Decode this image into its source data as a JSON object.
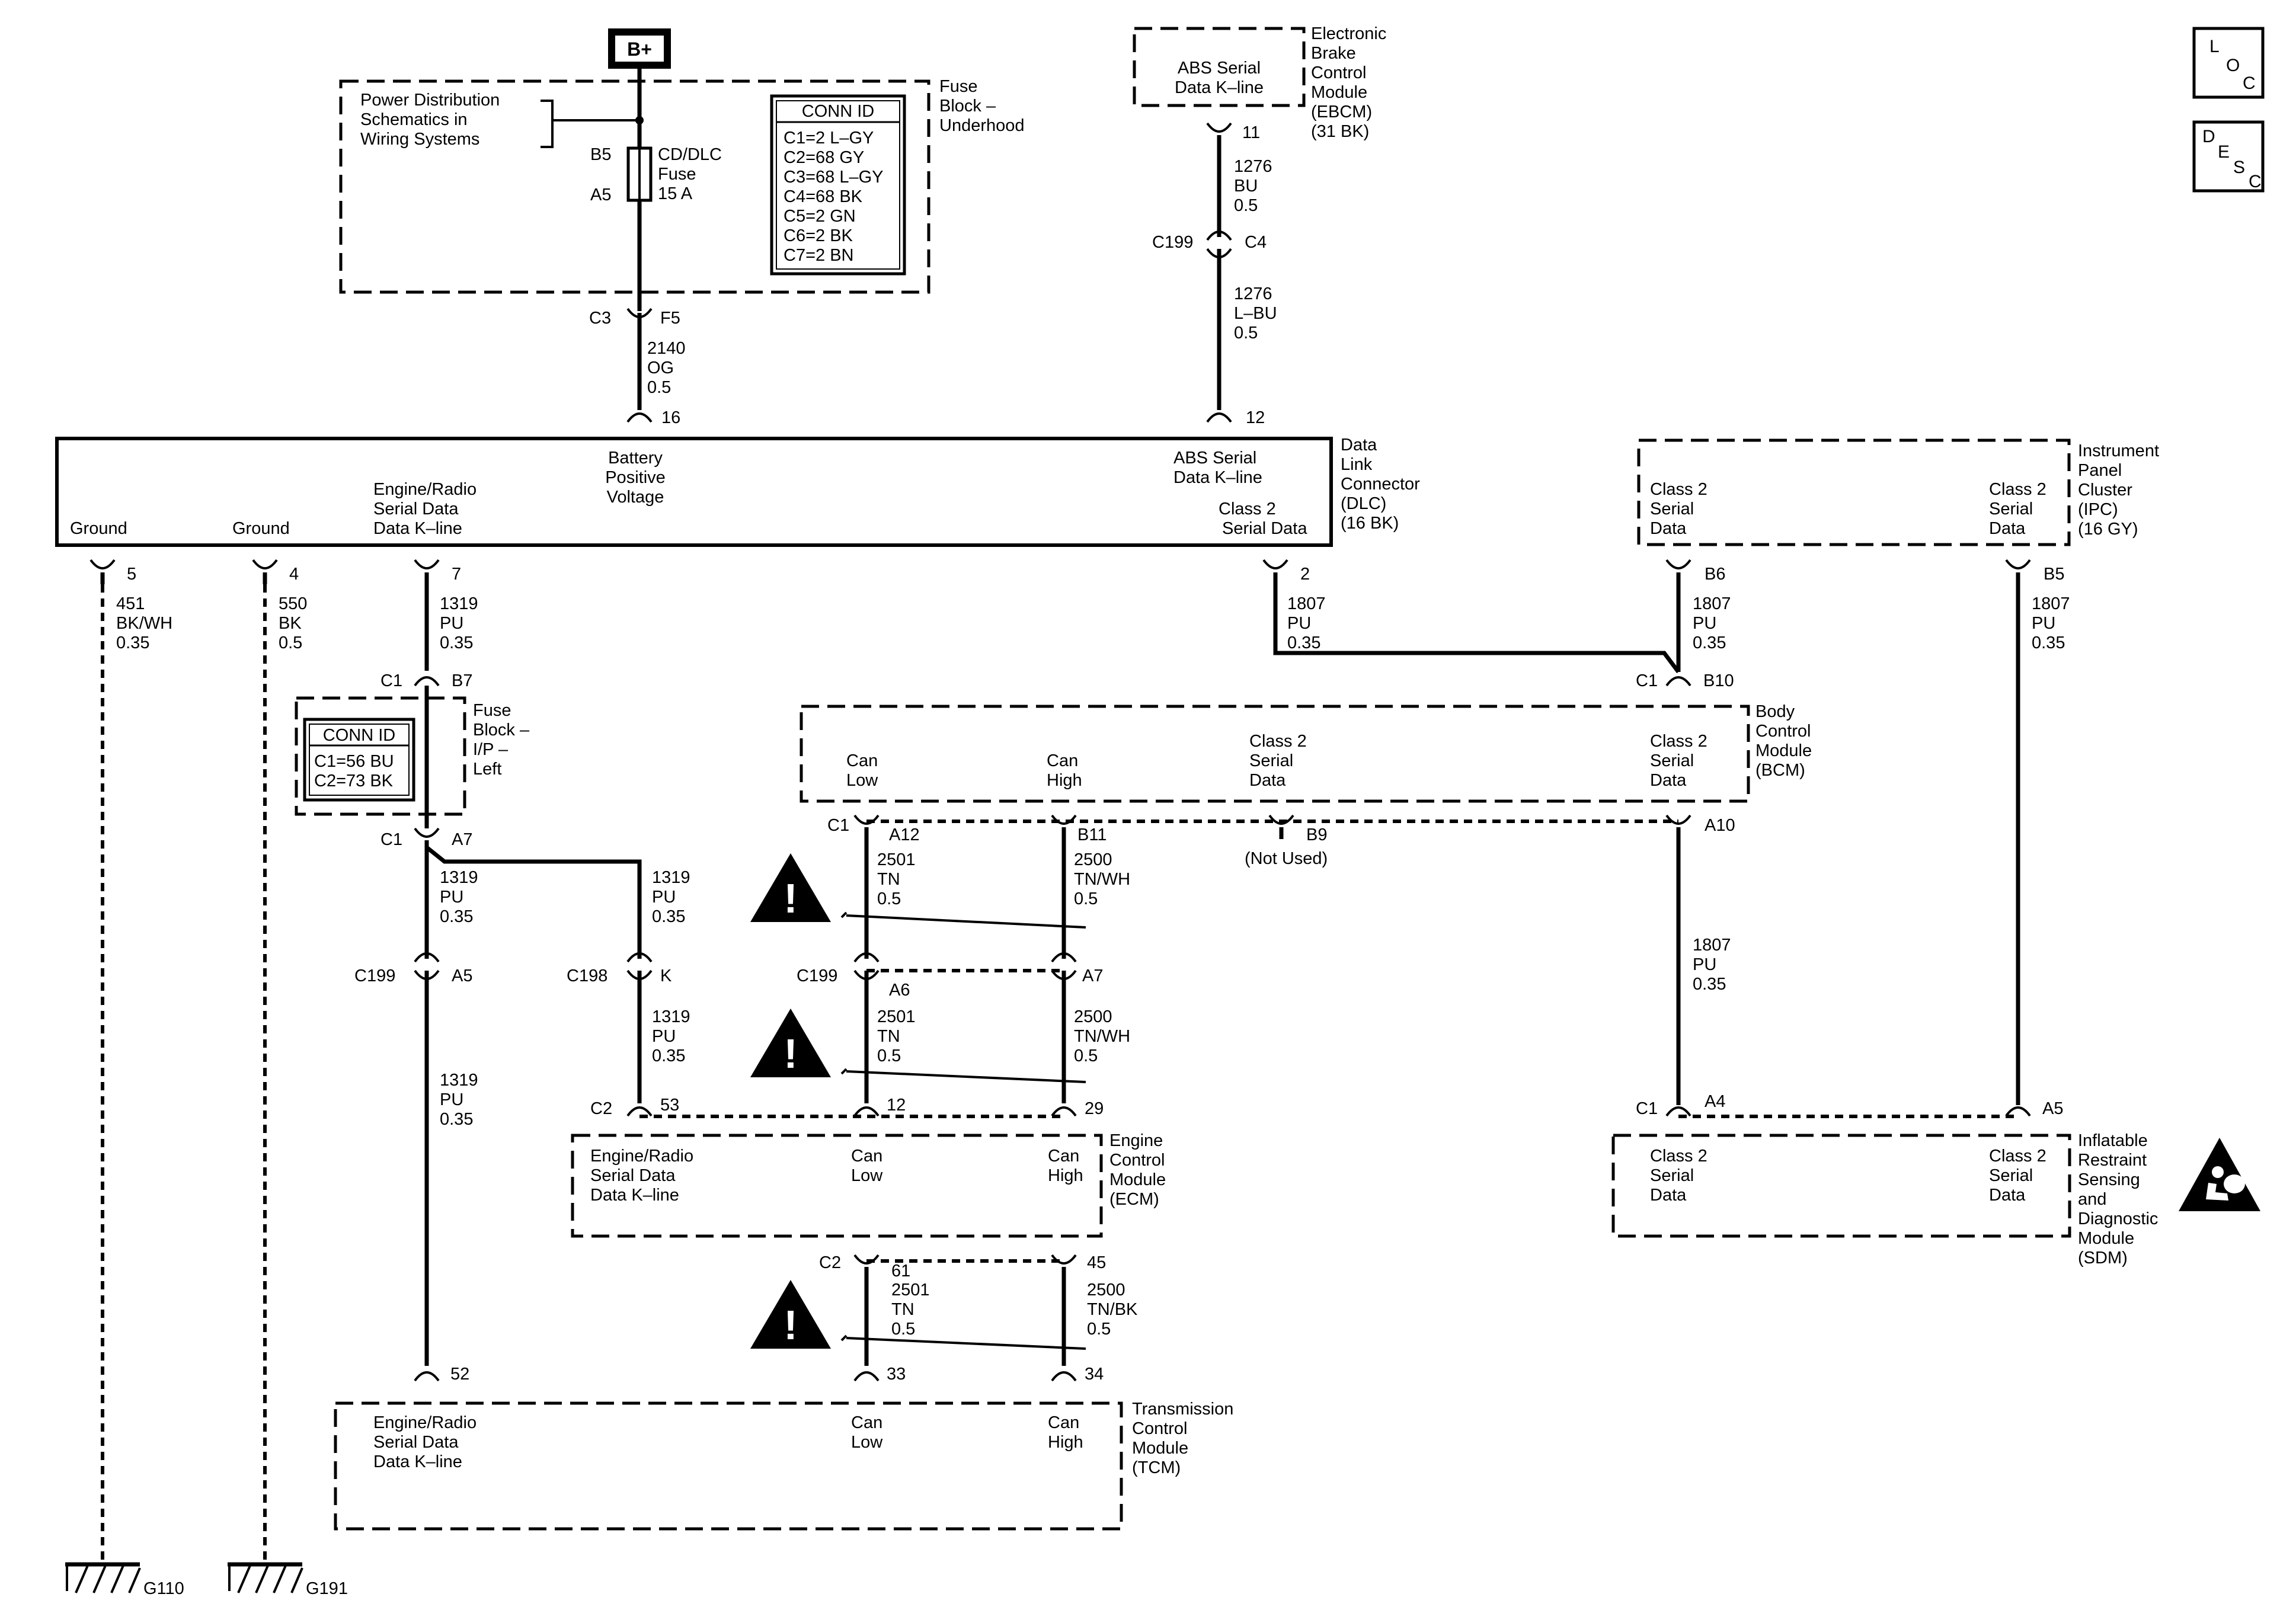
{
  "b_plus": "B+",
  "pdist": [
    "Power Distribution",
    "Schematics in",
    "Wiring Systems"
  ],
  "fuse_block_uh": [
    "Fuse",
    "Block –",
    "Underhood"
  ],
  "fuse_cdl": {
    "top_pin": "B5",
    "bottom_pin": "A5",
    "name": [
      "CD/DLC",
      "Fuse",
      "15 A"
    ]
  },
  "conn_id_uh": {
    "title": "CONN ID",
    "rows": [
      "C1=2 L–GY",
      "C2=68 GY",
      "C3=68 L–GY",
      "C4=68 BK",
      "C5=2 GN",
      "C6=2 BK",
      "C7=2 BN"
    ]
  },
  "fuse_c3": {
    "conn": "C3",
    "pin": "F5"
  },
  "wire_2140": [
    "2140",
    "OG",
    "0.5"
  ],
  "ebcm": {
    "box": [
      "ABS Serial",
      "Data K–line"
    ],
    "name": [
      "Electronic",
      "Brake",
      "Control",
      "Module",
      "(EBCM)",
      "(31 BK)"
    ],
    "pin": "11"
  },
  "wire_1276a": [
    "1276",
    "BU",
    "0.5"
  ],
  "c199_c4": {
    "conn": "C199",
    "pin": "C4"
  },
  "wire_1276b": [
    "1276",
    "L–BU",
    "0.5"
  ],
  "dlc": {
    "name": [
      "Data",
      "Link",
      "Connector",
      "(DLC)",
      "(16 BK)"
    ],
    "ground1": "Ground",
    "ground2": "Ground",
    "radio": [
      "Engine/Radio",
      "Serial Data",
      "Data K–line"
    ],
    "battery": [
      "Battery",
      "Positive",
      "Voltage"
    ],
    "abs": [
      "ABS Serial",
      "Data K–line"
    ],
    "class2": [
      "Class 2",
      "Serial Data"
    ],
    "pins": {
      "p16": "16",
      "p12": "12",
      "p5": "5",
      "p4": "4",
      "p7": "7",
      "p2": "2"
    }
  },
  "wire_451": [
    "451",
    "BK/WH",
    "0.35"
  ],
  "wire_550": [
    "550",
    "BK",
    "0.5"
  ],
  "wire_1319a": [
    "1319",
    "PU",
    "0.35"
  ],
  "wire_1807dlc": [
    "1807",
    "PU",
    "0.35"
  ],
  "fb_ip": {
    "name": [
      "Fuse",
      "Block –",
      "I/P –",
      "Left"
    ],
    "conn_title": "CONN ID",
    "rows": [
      "C1=56 BU",
      "C2=73 BK"
    ],
    "top_conn": "C1",
    "top_pin": "B7",
    "bot_conn": "C1",
    "bot_pin": "A7"
  },
  "wire_1319b": [
    "1319",
    "PU",
    "0.35"
  ],
  "wire_1319c": [
    "1319",
    "PU",
    "0.35"
  ],
  "c199_a5": {
    "conn": "C199",
    "pin": "A5"
  },
  "c198_k": {
    "conn": "C198",
    "pin": "K"
  },
  "wire_1319d": [
    "1319",
    "PU",
    "0.35"
  ],
  "wire_1319e": [
    "1319",
    "PU",
    "0.35"
  ],
  "ipc": {
    "name": [
      "Instrument",
      "Panel",
      "Cluster",
      "(IPC)",
      "(16 GY)"
    ],
    "left": [
      "Class 2",
      "Serial",
      "Data"
    ],
    "right": [
      "Class 2",
      "Serial",
      "Data"
    ],
    "pin_b6": "B6",
    "pin_b5": "B5"
  },
  "wire_1807ipc1": [
    "1807",
    "PU",
    "0.35"
  ],
  "wire_1807ipc2": [
    "1807",
    "PU",
    "0.35"
  ],
  "bcm": {
    "name": [
      "Body",
      "Control",
      "Module",
      "(BCM)"
    ],
    "b10_conn": "C1",
    "b10_pin": "B10",
    "can_low": [
      "Can",
      "Low"
    ],
    "can_high": [
      "Can",
      "High"
    ],
    "class2_mid": [
      "Class 2",
      "Serial",
      "Data"
    ],
    "class2_right": [
      "Class 2",
      "Serial",
      "Data"
    ],
    "c1": "C1",
    "a12": "A12",
    "b11": "B11",
    "b9": "B9",
    "not_used": "(Not Used)",
    "a10": "A10"
  },
  "wire_2501a": [
    "2501",
    "TN",
    "0.5"
  ],
  "wire_2500a": [
    "2500",
    "TN/WH",
    "0.5"
  ],
  "c199_a6a7": {
    "conn": "C199",
    "a6": "A6",
    "a7": "A7"
  },
  "wire_2501b": [
    "2501",
    "TN",
    "0.5"
  ],
  "wire_2500b": [
    "2500",
    "TN/WH",
    "0.5"
  ],
  "wire_1807bcm": [
    "1807",
    "PU",
    "0.35"
  ],
  "ecm": {
    "name": [
      "Engine",
      "Control",
      "Module",
      "(ECM)"
    ],
    "radio": [
      "Engine/Radio",
      "Serial Data",
      "Data K–line"
    ],
    "can_low": [
      "Can",
      "Low"
    ],
    "can_high": [
      "Can",
      "High"
    ],
    "c2_top": "C2",
    "p53": "53",
    "p12": "12",
    "p29": "29",
    "c2_bot": "C2",
    "p61": "61",
    "p45": "45"
  },
  "wire_2501c": [
    "2501",
    "TN",
    "0.5"
  ],
  "wire_2500c": [
    "2500",
    "TN/BK",
    "0.5"
  ],
  "tcm": {
    "name": [
      "Transmission",
      "Control",
      "Module",
      "(TCM)"
    ],
    "radio": [
      "Engine/Radio",
      "Serial Data",
      "Data K–line"
    ],
    "can_low": [
      "Can",
      "Low"
    ],
    "can_high": [
      "Can",
      "High"
    ],
    "p52": "52",
    "p33": "33",
    "p34": "34"
  },
  "sdm": {
    "name": [
      "Inflatable",
      "Restraint",
      "Sensing",
      "and",
      "Diagnostic",
      "Module",
      "(SDM)"
    ],
    "left": [
      "Class 2",
      "Serial",
      "Data"
    ],
    "right": [
      "Class 2",
      "Serial",
      "Data"
    ],
    "c1": "C1",
    "a4": "A4",
    "a5": "A5"
  },
  "grounds": {
    "g110": "G110",
    "g191": "G191"
  },
  "loc_icon": {
    "l": "L",
    "o": "O",
    "c": "C"
  },
  "desc_icon": {
    "d": "D",
    "e": "E",
    "s": "S",
    "c": "C"
  },
  "warning_icon": "!"
}
